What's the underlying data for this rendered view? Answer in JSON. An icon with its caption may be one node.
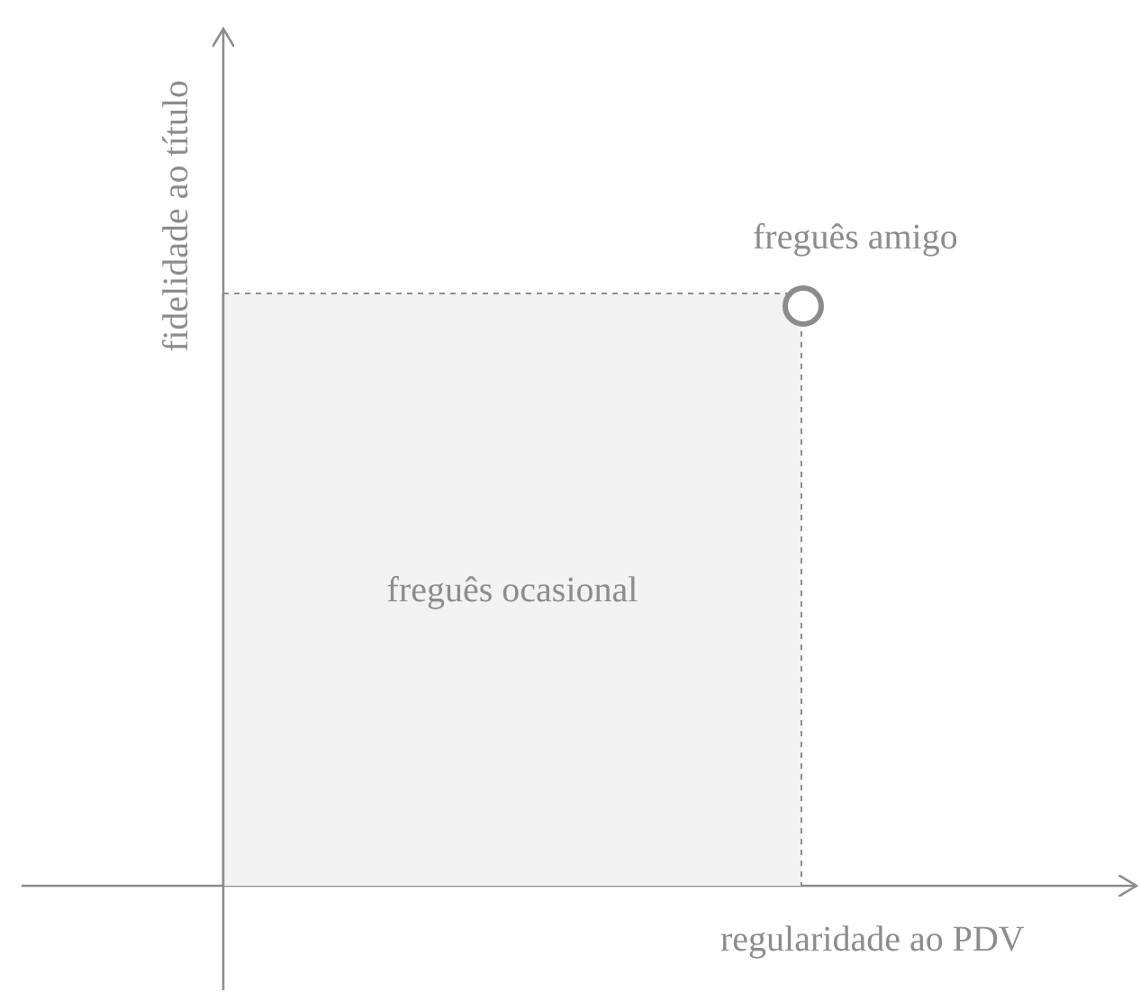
{
  "diagram": {
    "nodes": [
      {
        "text": [
          "freguês ocasional"
        ]
      },
      {
        "text": [],
        "shape": "circle",
        "beside": [
          "freguês amigo"
        ]
      }
    ],
    "edges": [],
    "labels": [
      "fidelidade ao título",
      "regularidade ao PDV"
    ]
  }
}
